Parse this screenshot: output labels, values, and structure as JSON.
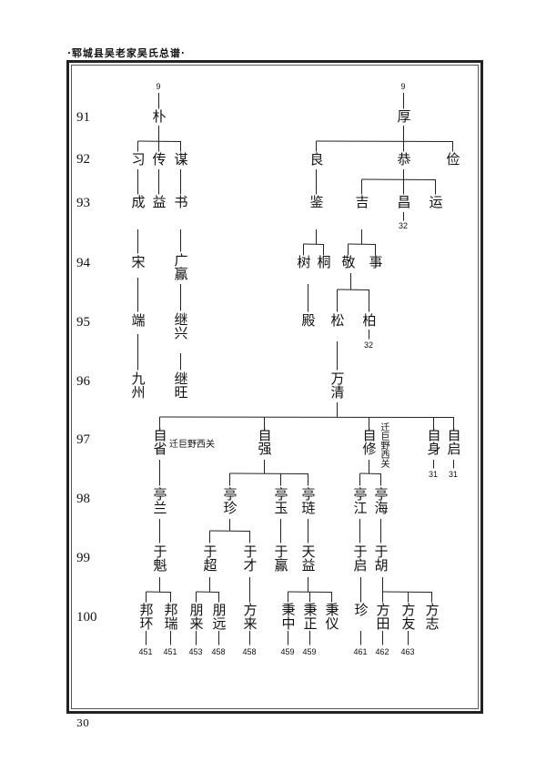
{
  "header": "·郓城县吴老家吴氏总谱·",
  "page_number": "30",
  "generations": [
    "91",
    "92",
    "93",
    "94",
    "95",
    "96",
    "97",
    "98",
    "99",
    "100"
  ],
  "nodes": [
    "朴",
    "厚",
    "习",
    "传",
    "谋",
    "良",
    "恭",
    "俭",
    "成",
    "益",
    "书",
    "鉴",
    "吉",
    "昌",
    "运",
    "宋",
    "广鸁",
    "树",
    "桐",
    "敬",
    "事",
    "端",
    "继兴",
    "殿",
    "松",
    "柏",
    "九州",
    "继旺",
    "万清",
    "自省",
    "自强",
    "自修",
    "自身",
    "自启",
    "亭兰",
    "亭珍",
    "亭玉",
    "亭琏",
    "亭江",
    "亭海",
    "于魁",
    "于超",
    "于才",
    "于鸁",
    "天益",
    "于启",
    "于胡",
    "邦环",
    "邦瑞",
    "朋来",
    "朋远",
    "方来",
    "秉中",
    "秉正",
    "秉仪",
    "珍",
    "方田",
    "方友",
    "方志"
  ],
  "refs": [
    "9",
    "9",
    "32",
    "32",
    "31",
    "31",
    "451",
    "451",
    "453",
    "458",
    "458",
    "459",
    "459",
    "461",
    "462",
    "463"
  ],
  "notes": {
    "zisheng": "迁巨野西关",
    "zixiu": "迁巨野西关"
  }
}
